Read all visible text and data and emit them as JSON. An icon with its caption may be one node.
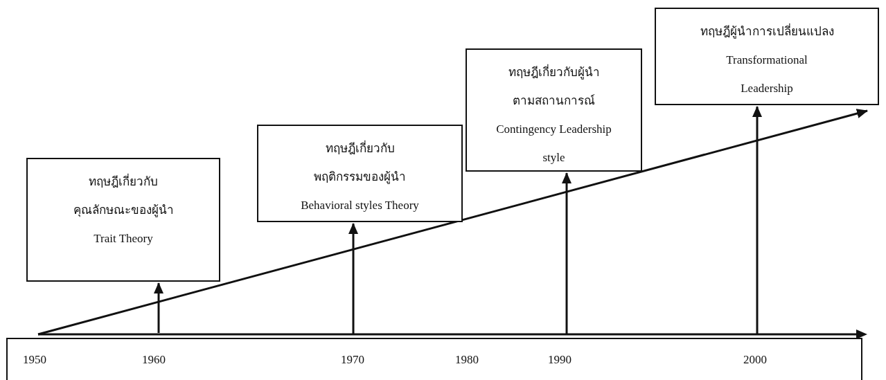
{
  "diagram": {
    "nodes": [
      {
        "text": [
          "ทฤษฎีเกี่ยวกับคุณลักษณะของผู้นำ",
          "Trait Theory"
        ]
      },
      {
        "text": [
          "ทฤษฎีเกี่ยวกับพฤติกรรมของผู้นำ",
          "Behavioral styles Theory"
        ]
      },
      {
        "text": [
          "ทฤษฎีเกี่ยวกับผู้นำตามสถานการณ์",
          "Contingency Leadership style"
        ]
      },
      {
        "text": [
          "ทฤษฎีผู้นำการเปลี่ยนแปลง",
          "Transformational Leadership"
        ]
      }
    ],
    "edges": [
      {
        "from": null,
        "to": 0,
        "arrow": "to"
      },
      {
        "from": null,
        "to": 1,
        "arrow": "to"
      },
      {
        "from": null,
        "to": 2,
        "arrow": "to"
      },
      {
        "from": null,
        "to": 3,
        "arrow": "to"
      }
    ],
    "labels": [
      "1950",
      "1960",
      "1970",
      "1980",
      "1990",
      "2000"
    ]
  }
}
